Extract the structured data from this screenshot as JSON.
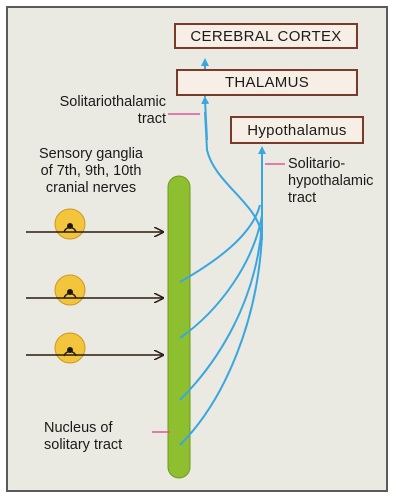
{
  "boxes": {
    "cortex": "CEREBRAL CORTEX",
    "thalamus": "THALAMUS",
    "hypothalamus": "Hypothalamus"
  },
  "labels": {
    "solitariothalamic_1": "Solitariothalamic",
    "solitariothalamic_2": "tract",
    "sensory_1": "Sensory ganglia",
    "sensory_2": "of 7th, 9th, 10th",
    "sensory_3": "cranial nerves",
    "solhyp_1": "Solitario-",
    "solhyp_2": "hypothalamic",
    "solhyp_3": "tract",
    "nucleus_1": "Nucleus of",
    "nucleus_2": "solitary tract"
  },
  "colors": {
    "pathway": "#3aa6e0",
    "nucleus": "#8dbf2e",
    "ganglion": "#f2c53d",
    "box_border": "#7a3a2a",
    "pointer": "#e0559a",
    "arrow": "#2a1a10"
  }
}
